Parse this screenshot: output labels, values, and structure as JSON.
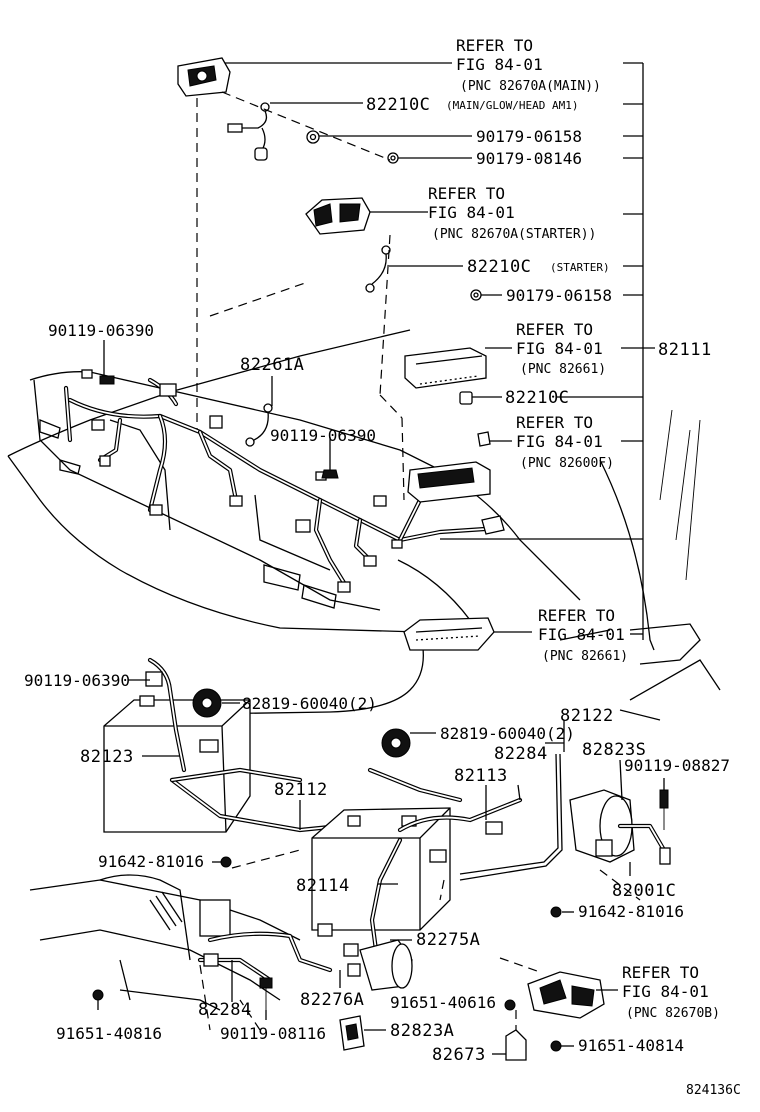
{
  "refer_blocks": [
    {
      "l1": "REFER TO",
      "l2": "FIG 84-01",
      "l3": "(PNC 82670A(MAIN))"
    },
    {
      "l1": "REFER TO",
      "l2": "FIG 84-01",
      "l3": "(PNC 82670A(STARTER))"
    },
    {
      "l1": "REFER TO",
      "l2": "FIG 84-01",
      "l3": "(PNC 82661)"
    },
    {
      "l1": "REFER TO",
      "l2": "FIG 84-01",
      "l3": "(PNC 82600F)"
    },
    {
      "l1": "REFER TO",
      "l2": "FIG 84-01",
      "l3": "(PNC 82661)"
    },
    {
      "l1": "REFER TO",
      "l2": "FIG 84-01",
      "l3": "(PNC 82670B)"
    }
  ],
  "callouts": {
    "c82210c_main": "82210C",
    "c82210c_main_note": "(MAIN/GLOW/HEAD AM1)",
    "c90179_06158_a": "90179-06158",
    "c90179_08146": "90179-08146",
    "c82210c_starter": "82210C",
    "c82210c_starter_note": "(STARTER)",
    "c90179_06158_b": "90179-06158",
    "c90119_06390_a": "90119-06390",
    "c82261a": "82261A",
    "c90119_06390_b": "90119-06390",
    "c82111": "82111",
    "c82210c_c": "82210C",
    "c90119_06390_c": "90119-06390",
    "c82819_a": "82819-60040(2)",
    "c82819_b": "82819-60040(2)",
    "c82122": "82122",
    "c82123": "82123",
    "c82823s": "82823S",
    "c82284_a": "82284",
    "c90119_08827": "90119-08827",
    "c82112": "82112",
    "c82113": "82113",
    "c91642_a": "91642-81016",
    "c82001c": "82001C",
    "c82114": "82114",
    "c91642_b": "91642-81016",
    "c82275a": "82275A",
    "c82284_b": "82284",
    "c82276a": "82276A",
    "c91651_40616": "91651-40616",
    "c91651_40816": "91651-40816",
    "c90119_08116": "90119-08116",
    "c82823a": "82823A",
    "c82673": "82673",
    "c91651_40814": "91651-40814",
    "figure_code": "824136C"
  }
}
